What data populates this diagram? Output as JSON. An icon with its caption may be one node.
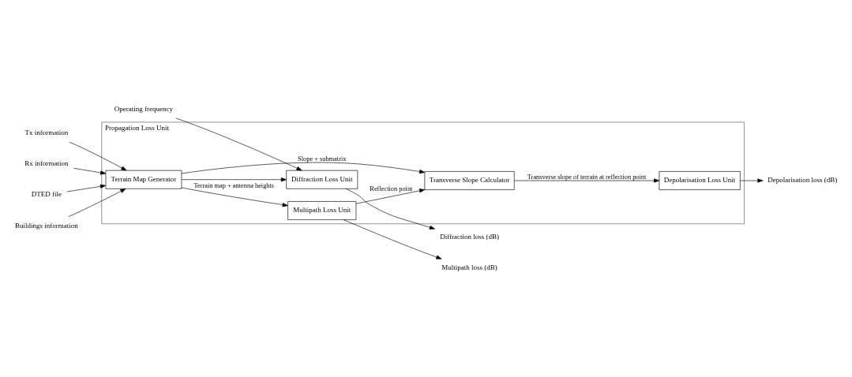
{
  "diagram": {
    "nodes": [
      {
        "text": [
          "Propagation Loss Unit"
        ]
      },
      {
        "text": [
          "Terrain Map Generator"
        ],
        "in": 0
      },
      {
        "text": [
          "Diffraction Loss Unit"
        ],
        "in": 0
      },
      {
        "text": [
          "Multipath Loss Unit"
        ],
        "in": 0
      },
      {
        "text": [
          "Transverse Slope Calculator"
        ],
        "in": 0
      },
      {
        "text": [
          "Depolarisation Loss Unit"
        ],
        "in": 0
      },
      {
        "text": [
          "Operating frequency"
        ]
      },
      {
        "text": [
          "Tx information"
        ]
      },
      {
        "text": [
          "Rx information"
        ]
      },
      {
        "text": [
          "DTED file"
        ]
      },
      {
        "text": [
          "Buildings information"
        ]
      },
      {
        "text": [
          "Diffraction loss (dB)"
        ]
      },
      {
        "text": [
          "Multipath loss (dB)"
        ]
      },
      {
        "text": [
          "Depolarisation loss (dB)"
        ]
      }
    ],
    "edges": [
      {
        "from": 6,
        "to": 2,
        "arrow": "to"
      },
      {
        "from": 7,
        "to": 1,
        "arrow": "to"
      },
      {
        "from": 8,
        "to": 1,
        "arrow": "to"
      },
      {
        "from": 9,
        "to": 1,
        "arrow": "to"
      },
      {
        "from": 10,
        "to": 1,
        "arrow": "to"
      },
      {
        "from": 1,
        "to": 2,
        "arrow": "to"
      },
      {
        "from": 1,
        "to": 3,
        "arrow": "to",
        "label": "Terrain map + antenna heights"
      },
      {
        "from": 1,
        "to": 4,
        "arrow": "to",
        "label": "Slope + submatrix"
      },
      {
        "from": 3,
        "to": 4,
        "arrow": "to",
        "label": "Reflection point"
      },
      {
        "from": 4,
        "to": 5,
        "arrow": "to",
        "label": "Transverse slope of terrain at reflection point"
      },
      {
        "from": 2,
        "to": 11,
        "arrow": "to"
      },
      {
        "from": 3,
        "to": 12,
        "arrow": "to"
      },
      {
        "from": 5,
        "to": 13,
        "arrow": "to"
      }
    ]
  }
}
